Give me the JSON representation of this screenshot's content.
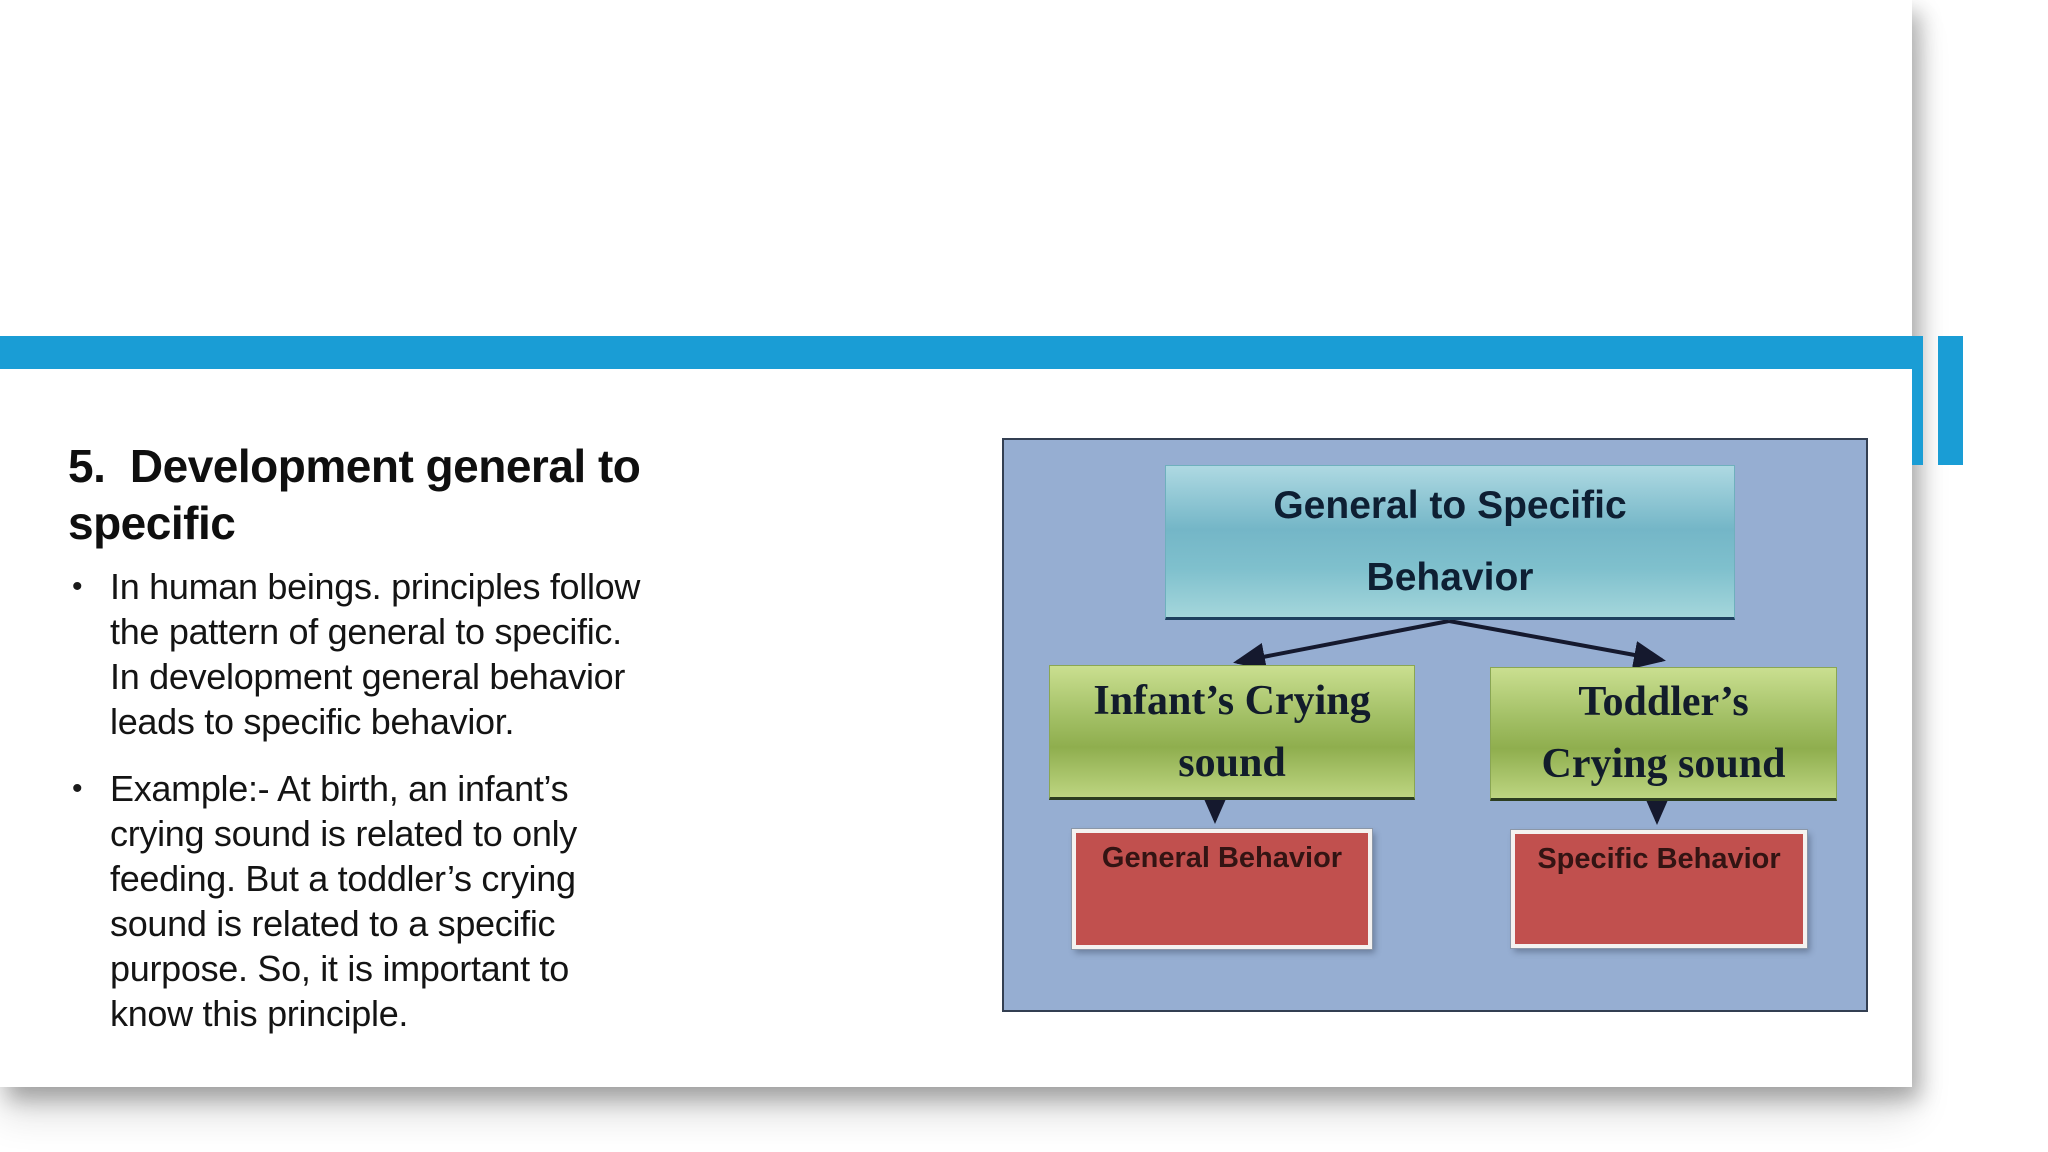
{
  "slide": {
    "title_lines": [
      "5.  Development general to",
      "specific"
    ],
    "bullets": [
      {
        "marker": "•",
        "lines": [
          "In human beings. principles follow",
          "the pattern of general to specific.",
          "In development general behavior",
          "leads to specific behavior."
        ]
      },
      {
        "marker": "•",
        "lines": [
          "Example:- At birth, an infant’s",
          "crying sound is related to only",
          "feeding. But a toddler’s crying",
          "sound is related to a specific",
          "purpose. So, it is important to",
          "know this principle."
        ]
      }
    ],
    "diagram": {
      "root": {
        "lines": [
          "General to Specific",
          "Behavior"
        ]
      },
      "branch_left": {
        "lines": [
          "Infant’s Crying",
          "sound"
        ]
      },
      "branch_right": {
        "lines": [
          "Toddler’s",
          "Crying sound"
        ]
      },
      "leaf_left": {
        "label": "General Behavior"
      },
      "leaf_right": {
        "label": "Specific Behavior"
      }
    },
    "colors": {
      "accent_blue": "#1a9dd5",
      "diagram_background": "#96aed2",
      "root_box_teal": "#74b6c7",
      "branch_box_green": "#9ab958",
      "leaf_box_red": "#c1504e",
      "arrow_dark": "#15192e"
    }
  }
}
